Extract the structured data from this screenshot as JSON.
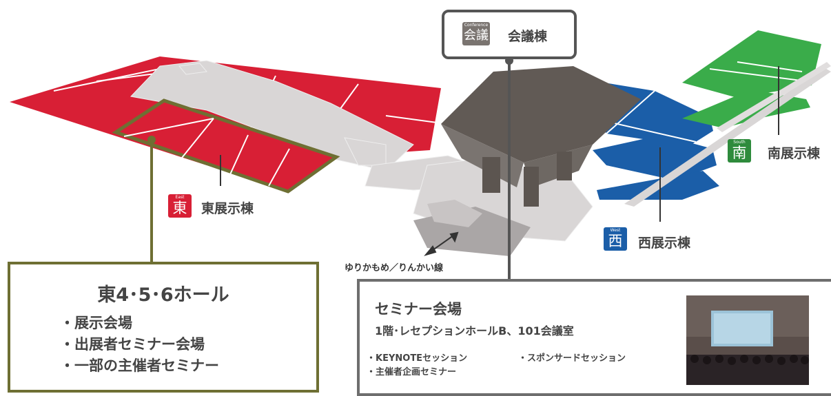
{
  "halls": {
    "east": {
      "badge_en": "East",
      "badge_jp": "東",
      "label": "東展示棟",
      "color": "#d81f35"
    },
    "west": {
      "badge_en": "West",
      "badge_jp": "西",
      "label": "西展示棟",
      "color": "#1b5ea8"
    },
    "south": {
      "badge_en": "South",
      "badge_jp": "南",
      "label": "南展示棟",
      "color": "#2e8b3c"
    },
    "conference": {
      "badge_en": "Conference",
      "badge_jp": "会議",
      "label": "会議棟",
      "color": "#7a7470"
    }
  },
  "transit_label": "ゆりかもめ／りんかい線",
  "east_info": {
    "title": "東4･5･6ホール",
    "items": [
      "展示会場",
      "出展者セミナー会場",
      "一部の主催者セミナー"
    ],
    "border_color": "#6e6f33"
  },
  "seminar": {
    "title": "セミナー会場",
    "subtitle": "1階･レセプションホールB、101会議室",
    "sessions": [
      "KEYNOTEセッション",
      "スポンサードセッション",
      "主催者企画セミナー"
    ]
  }
}
